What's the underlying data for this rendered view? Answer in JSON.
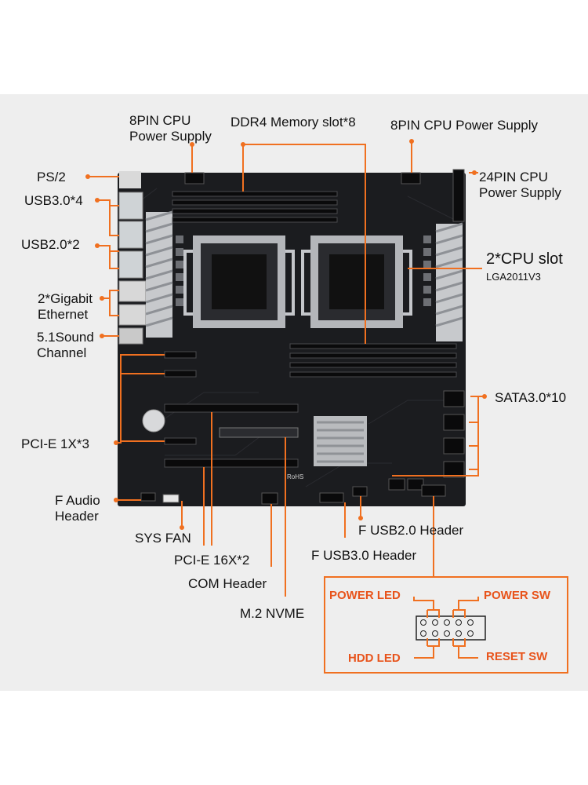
{
  "labels": {
    "cpu_8pin_left_line1": "8PIN CPU",
    "cpu_8pin_left_line2": "Power Supply",
    "ddr4": "DDR4 Memory slot*8",
    "cpu_8pin_right": "8PIN CPU Power Supply",
    "ps2": "PS/2",
    "atx_24pin_line1": "24PIN CPU",
    "atx_24pin_line2": "Power Supply",
    "usb30": "USB3.0*4",
    "usb20": "USB2.0*2",
    "cpu_slot": "2*CPU slot",
    "cpu_socket": "LGA2011V3",
    "ethernet_line1": "2*Gigabit",
    "ethernet_line2": "Ethernet",
    "sound_line1": "5.1Sound",
    "sound_line2": "Channel",
    "sata": "SATA3.0*10",
    "pcie_1x": "PCI-E 1X*3",
    "f_audio_line1": "F Audio",
    "f_audio_line2": "Header",
    "sys_fan": "SYS FAN",
    "f_usb20": "F USB2.0 Header",
    "pcie_16x": "PCI-E 16X*2",
    "f_usb30": "F USB3.0 Header",
    "com_header": "COM Header",
    "m2": "M.2 NVME"
  },
  "front_panel": {
    "power_led": "POWER LED",
    "power_sw": "POWER SW",
    "hdd_led": "HDD  LED",
    "reset_sw": "RESET SW"
  },
  "board_text": {
    "rohs": "RoHS"
  },
  "colors": {
    "accent": "#f07020",
    "pin_label": "#e8541c",
    "board": "#1b1c1f",
    "background": "#eeeeee"
  }
}
